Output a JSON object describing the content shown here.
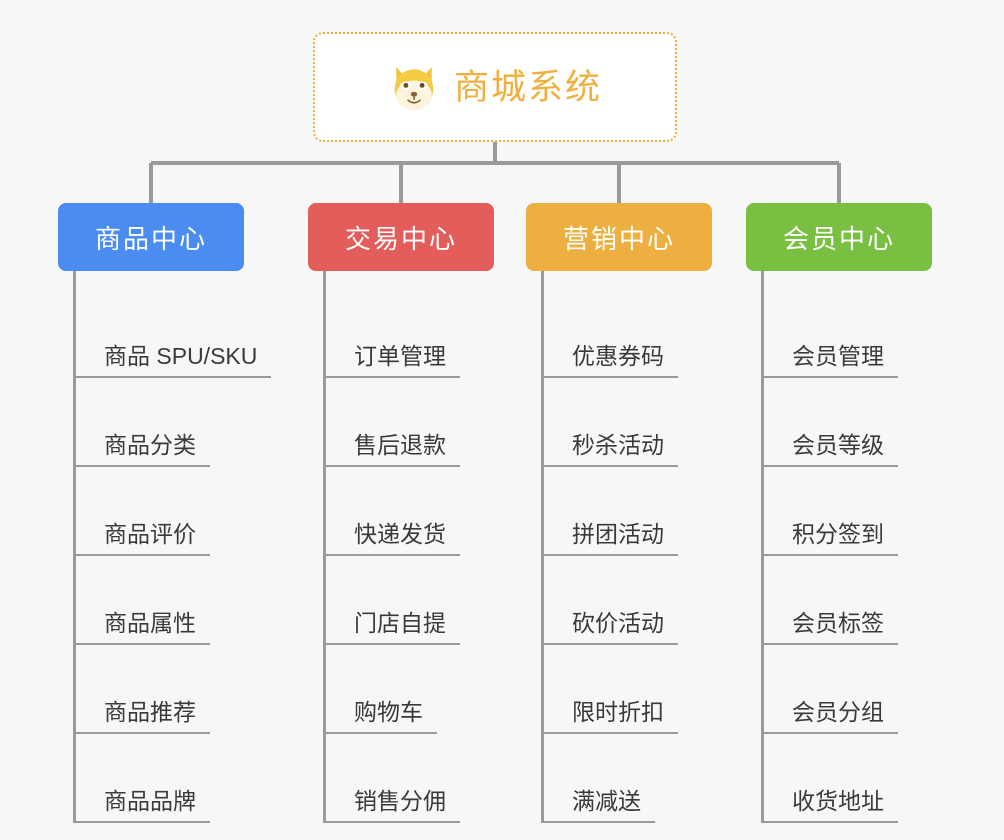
{
  "diagram": {
    "type": "org-chart",
    "background_color": "#f7f7f7",
    "connector_color": "#9a9a9a",
    "root": {
      "title": "商城系统",
      "icon": "dog-face-icon",
      "text_color": "#f0b03f",
      "border_color": "#f0ac3d",
      "background_color": "#ffffff"
    },
    "categories": [
      {
        "label": "商品中心",
        "color": "#4a8cf0",
        "items": [
          "商品 SPU/SKU",
          "商品分类",
          "商品评价",
          "商品属性",
          "商品推荐",
          "商品品牌"
        ]
      },
      {
        "label": "交易中心",
        "color": "#e35d5b",
        "items": [
          "订单管理",
          "售后退款",
          "快递发货",
          "门店自提",
          "购物车",
          "销售分佣"
        ]
      },
      {
        "label": "营销中心",
        "color": "#eeaf41",
        "items": [
          "优惠券码",
          "秒杀活动",
          "拼团活动",
          "砍价活动",
          "限时折扣",
          "满减送"
        ]
      },
      {
        "label": "会员中心",
        "color": "#79bf42",
        "items": [
          "会员管理",
          "会员等级",
          "积分签到",
          "会员标签",
          "会员分组",
          "收货地址"
        ]
      }
    ]
  }
}
